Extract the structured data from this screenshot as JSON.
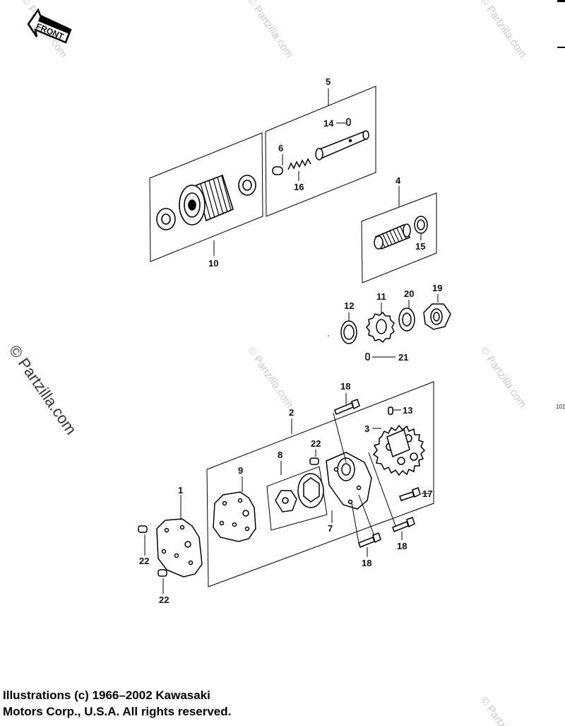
{
  "front_label": "FRONT",
  "watermark": "© Partzilla.com",
  "page_code": "101",
  "copyright": {
    "line1": "Illustrations (c) 1966–2002 Kawasaki",
    "line2": "Motors Corp., U.S.A.  All rights reserved."
  },
  "callouts": {
    "c1": "1",
    "c2": "2",
    "c3": "3",
    "c4": "4",
    "c5": "5",
    "c6": "6",
    "c7": "7",
    "c8": "8",
    "c9": "9",
    "c10": "10",
    "c11": "11",
    "c12": "12",
    "c13": "13",
    "c14": "14",
    "c15": "15",
    "c16": "16",
    "c17": "17",
    "c18a": "18",
    "c18b": "18",
    "c18c": "18",
    "c19": "19",
    "c20": "20",
    "c21": "21",
    "c22a": "22",
    "c22b": "22",
    "c22c": "22"
  }
}
